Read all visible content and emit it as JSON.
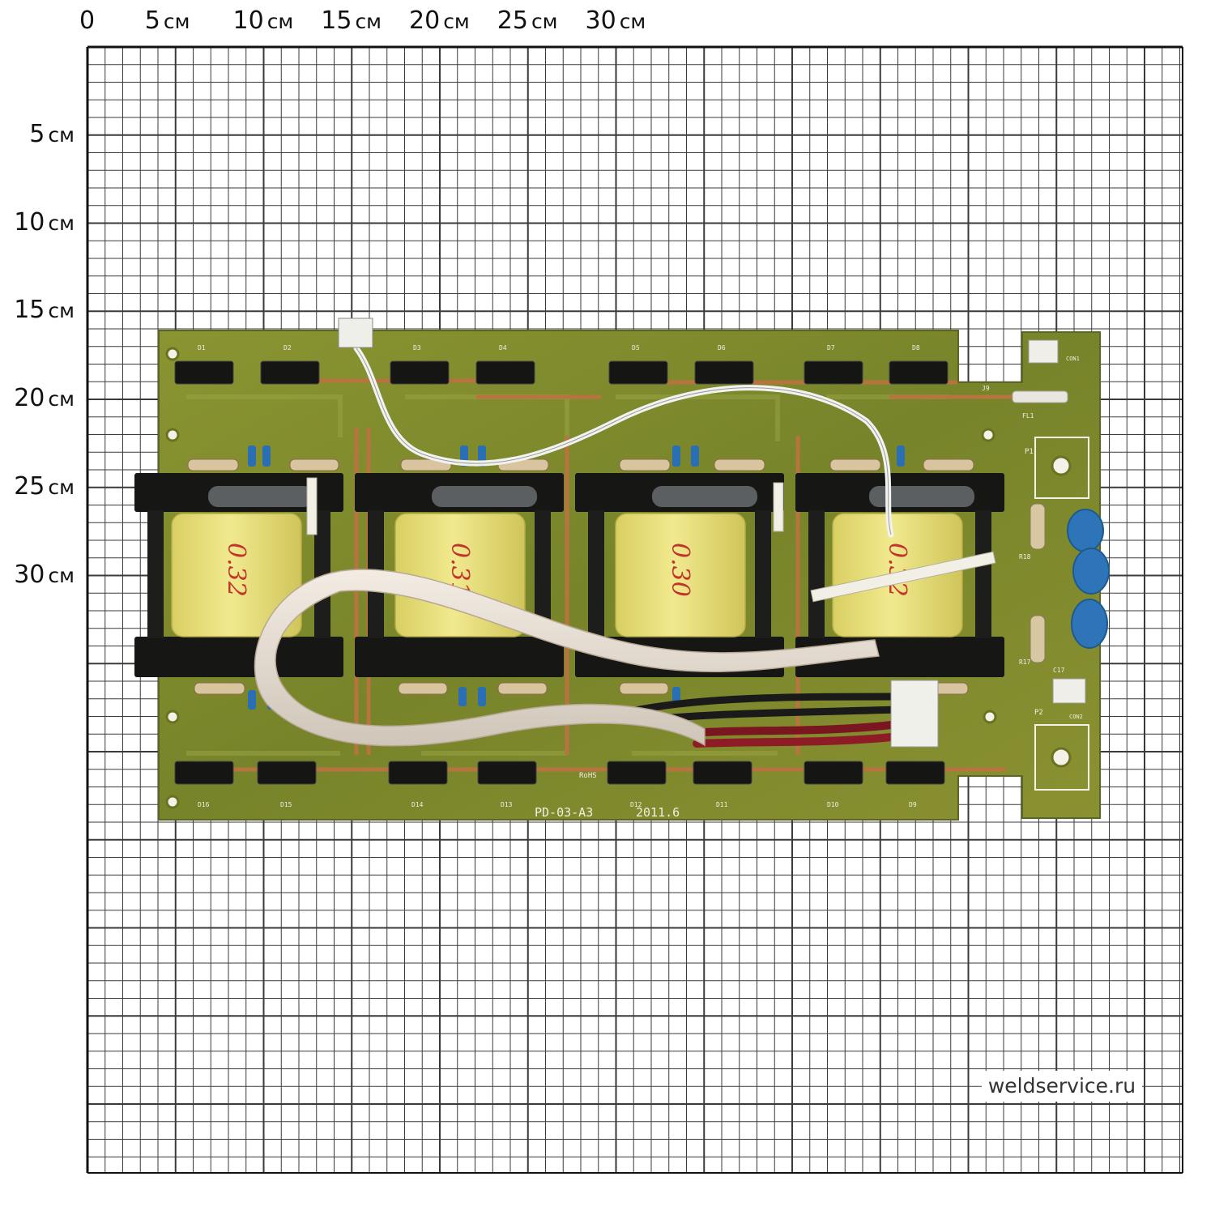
{
  "ruler": {
    "x_ticks": [
      {
        "value": "0",
        "unit": ""
      },
      {
        "value": "5",
        "unit": "см"
      },
      {
        "value": "10",
        "unit": "см"
      },
      {
        "value": "15",
        "unit": "см"
      },
      {
        "value": "20",
        "unit": "см"
      },
      {
        "value": "25",
        "unit": "см"
      },
      {
        "value": "30",
        "unit": "см"
      }
    ],
    "y_ticks": [
      {
        "value": "5",
        "unit": "см"
      },
      {
        "value": "10",
        "unit": "см"
      },
      {
        "value": "15",
        "unit": "см"
      },
      {
        "value": "20",
        "unit": "см"
      },
      {
        "value": "25",
        "unit": "см"
      },
      {
        "value": "30",
        "unit": "см"
      }
    ]
  },
  "board": {
    "model": "PD-03-A3",
    "date": "2011.6",
    "rohs_mark": "RoHS",
    "diodes_top": [
      "D1",
      "D2",
      "D3",
      "D4",
      "D5",
      "D6",
      "D7",
      "D8"
    ],
    "diodes_bottom": [
      "D16",
      "D15",
      "D14",
      "D13",
      "D12",
      "D11",
      "D10",
      "D9"
    ],
    "coil_marks": [
      "0.32",
      "0.31",
      "0.30"
    ],
    "labels": {
      "con1": "CON1",
      "con2": "CON2",
      "fl1": "FL1",
      "j9": "J9",
      "p1": "P1",
      "p2": "P2",
      "r18": "R18",
      "r17": "R17",
      "c17": "C17"
    }
  },
  "watermark": "weldservice.ru",
  "colors": {
    "pcb": "#7f8a2a",
    "coil_tape": "#e7df7a",
    "ferrite": "#161614",
    "grid_line": "#3a3a3a"
  }
}
